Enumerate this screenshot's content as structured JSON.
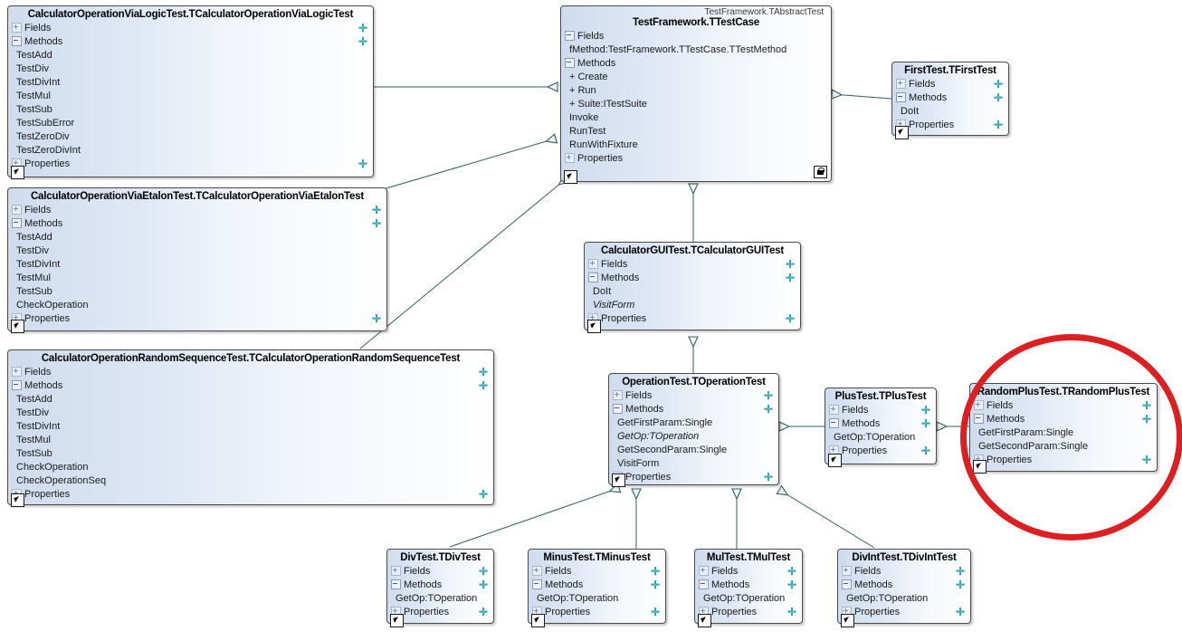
{
  "diagram": {
    "title": "UML class diagram - DUnit test framework hierarchy",
    "accent_plus_color": "#2aa3b5",
    "link_color": "#2f5f5f",
    "highlight_color": "#dd1f22",
    "labels": {
      "fields": "Fields",
      "methods": "Methods",
      "properties": "Properties"
    }
  },
  "classes": [
    {
      "id": "calc-via-logic",
      "title": "CalculatorOperationViaLogicTest.TCalculatorOperationViaLogicTest",
      "stereotype": "",
      "members": [
        "TestAdd",
        "TestDiv",
        "TestDivInt",
        "TestMul",
        "TestSub",
        "TestSubError",
        "TestZeroDiv",
        "TestZeroDivInt"
      ]
    },
    {
      "id": "calc-via-etalon",
      "title": "CalculatorOperationViaEtalonTest.TCalculatorOperationViaEtalonTest",
      "stereotype": "",
      "members": [
        "TestAdd",
        "TestDiv",
        "TestDivInt",
        "TestMul",
        "TestSub",
        "CheckOperation"
      ]
    },
    {
      "id": "calc-random-seq",
      "title": "CalculatorOperationRandomSequenceTest.TCalculatorOperationRandomSequenceTest",
      "stereotype": "",
      "members": [
        "TestAdd",
        "TestDiv",
        "TestDivInt",
        "TestMul",
        "TestSub",
        "CheckOperation",
        "CheckOperationSeq"
      ]
    },
    {
      "id": "ttestcase",
      "title": "TestFramework.TTestCase",
      "stereotype": "TestFramework.TAbstractTest",
      "field": "fMethod:TestFramework.TTestCase.TTestMethod",
      "members": [
        "+ Create",
        "+ Run",
        "+ Suite:ITestSuite",
        "Invoke",
        "RunTest",
        "RunWithFixture"
      ]
    },
    {
      "id": "firsttest",
      "title": "FirstTest.TFirstTest",
      "stereotype": "",
      "members": [
        "DoIt"
      ]
    },
    {
      "id": "calcguitest",
      "title": "CalculatorGUITest.TCalculatorGUITest",
      "stereotype": "",
      "members": [
        "DoIt",
        "VisitForm"
      ]
    },
    {
      "id": "operationtest",
      "title": "OperationTest.TOperationTest",
      "stereotype": "",
      "members": [
        "GetFirstParam:Single",
        "GetOp:TOperation",
        "GetSecondParam:Single",
        "VisitForm"
      ]
    },
    {
      "id": "plustest",
      "title": "PlusTest.TPlusTest",
      "stereotype": "",
      "members": [
        "GetOp:TOperation"
      ]
    },
    {
      "id": "randomplustest",
      "title": "RandomPlusTest.TRandomPlusTest",
      "stereotype": "",
      "members": [
        "GetFirstParam:Single",
        "GetSecondParam:Single"
      ]
    },
    {
      "id": "divtest",
      "title": "DivTest.TDivTest",
      "stereotype": "",
      "members": [
        "GetOp:TOperation"
      ]
    },
    {
      "id": "minustest",
      "title": "MinusTest.TMinusTest",
      "stereotype": "",
      "members": [
        "GetOp:TOperation"
      ]
    },
    {
      "id": "multest",
      "title": "MulTest.TMulTest",
      "stereotype": "",
      "members": [
        "GetOp:TOperation"
      ]
    },
    {
      "id": "divinttest",
      "title": "DivIntTest.TDivIntTest",
      "stereotype": "",
      "members": [
        "GetOp:TOperation"
      ]
    }
  ]
}
